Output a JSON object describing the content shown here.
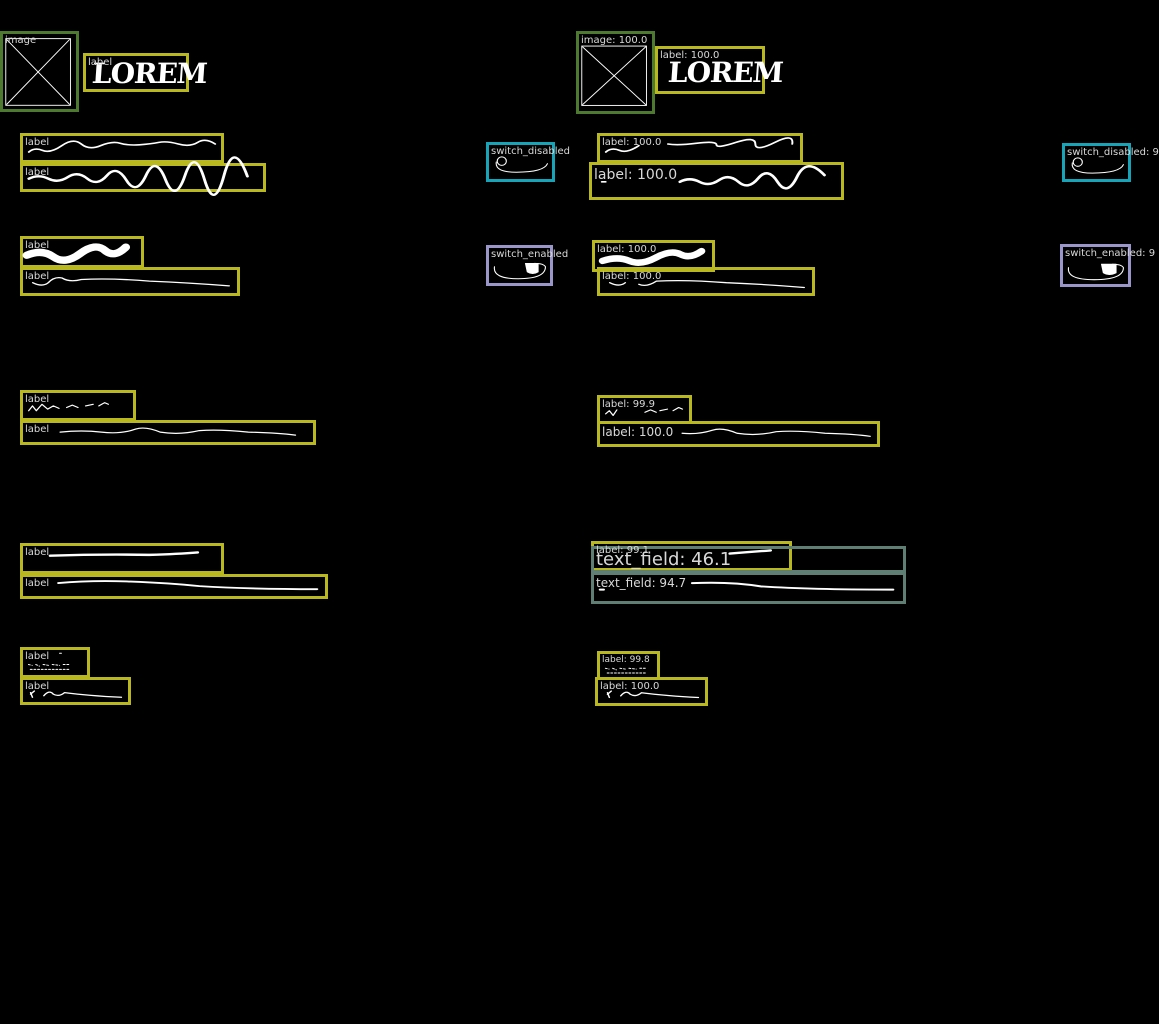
{
  "left_panel": {
    "image": {
      "label": "image"
    },
    "lorem_label": {
      "label": "label",
      "text": "LOREM"
    },
    "row1_top": {
      "label": "label"
    },
    "row1_bottom": {
      "label": "label"
    },
    "switch_disabled": {
      "label": "switch_disabled"
    },
    "row2_top": {
      "label": "label"
    },
    "row2_bottom": {
      "label": "label"
    },
    "switch_enabled": {
      "label": "switch_enabled"
    },
    "row3_top": {
      "label": "label"
    },
    "row3_bottom": {
      "label": "label"
    },
    "row4_top": {
      "label": "label"
    },
    "row4_bottom": {
      "label": "label"
    },
    "row5_top": {
      "label": "label"
    },
    "row5_bottom": {
      "label": "label"
    }
  },
  "right_panel": {
    "image": {
      "label": "image: 100.0"
    },
    "lorem_label": {
      "label": "label: 100.0",
      "text": "LOREM"
    },
    "row1_top": {
      "label": "label: 100.0"
    },
    "row1_bottom": {
      "label": "label: 100.0"
    },
    "switch_disabled": {
      "label": "switch_disabled: 9"
    },
    "row2_top": {
      "label": "label: 100.0"
    },
    "row2_bottom": {
      "label": "label: 100.0"
    },
    "switch_enabled": {
      "label": "switch_enabled: 9"
    },
    "row3_top": {
      "label": "label: 99.9"
    },
    "row3_bottom": {
      "label": "label: 100.0"
    },
    "row4_label": {
      "label": "label: 99.1"
    },
    "row4_text_field_top": {
      "label": "text_field: 46.1"
    },
    "row4_text_field_bottom": {
      "label": "text_field: 94.7"
    },
    "row5_top": {
      "label": "label: 99.8"
    },
    "row5_bottom": {
      "label": "label: 100.0"
    }
  },
  "colors": {
    "image": "#4d7a2e",
    "label": "#b9b81e",
    "switch_disabled": "#17a3b8",
    "switch_enabled": "#9b96c9",
    "text_field": "#5f7f74",
    "background": "#000000"
  }
}
